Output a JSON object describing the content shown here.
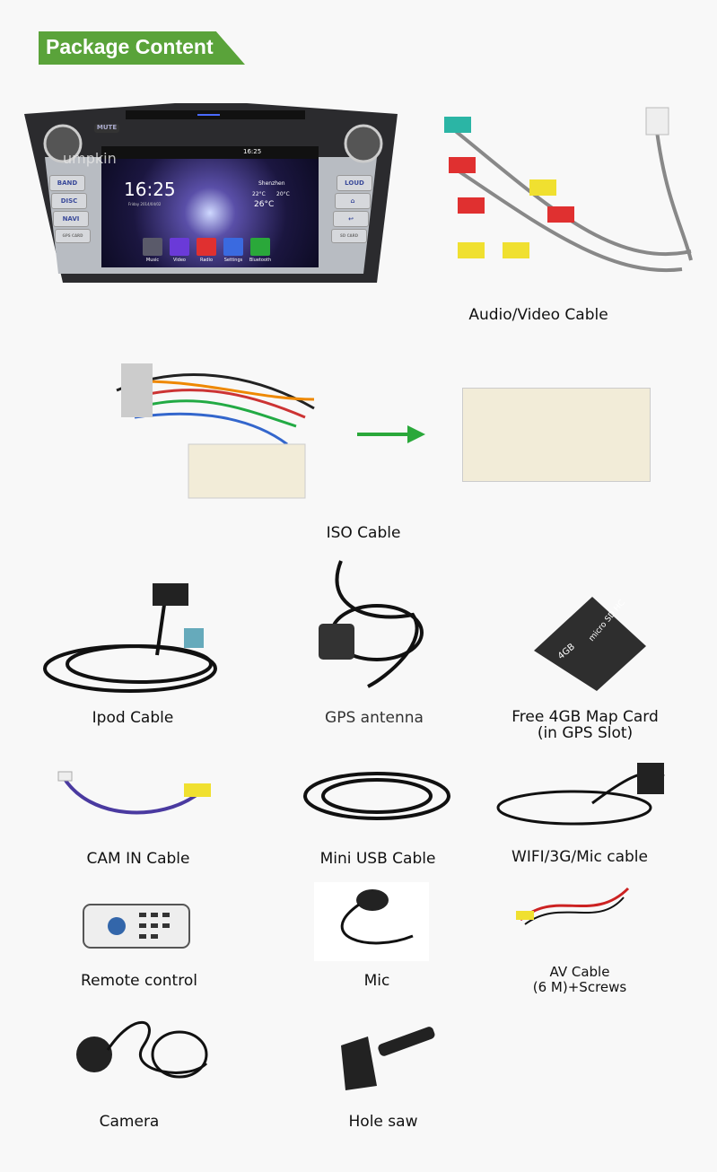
{
  "header": {
    "title": "Package Content"
  },
  "head_unit": {
    "watermark": "umpkin",
    "buttons": {
      "mute": "MUTE",
      "band": "BAND",
      "disc": "DISC",
      "navi": "NAVI",
      "gps_card": "GPS CARD",
      "loud": "LOUD",
      "sd_card": "SD CARD"
    },
    "screen": {
      "status_time": "16:25",
      "clock": "16:25",
      "date": "Friday 2014/04/02",
      "city": "Shenzhen",
      "high": "22°C",
      "low": "20°C",
      "current_temp": "26°C",
      "apps": [
        {
          "label": "Music",
          "color": "#5a5a6a"
        },
        {
          "label": "Video",
          "color": "#6a3ad8"
        },
        {
          "label": "Radio",
          "color": "#e03030"
        },
        {
          "label": "Settings",
          "color": "#3a6ae0"
        },
        {
          "label": "Bluetooth",
          "color": "#2aa83a"
        }
      ]
    }
  },
  "items": {
    "av_cable": "Audio/Video Cable",
    "iso_cable": "ISO Cable",
    "ipod_cable": "Ipod Cable",
    "gps_antenna": "GPS antenna",
    "map_card": {
      "line1": "Free 4GB Map Card",
      "line2": "(in GPS Slot)",
      "card_size": "4GB",
      "card_brand": "micro SD HC"
    },
    "cam_in_cable": "CAM IN Cable",
    "mini_usb_cable": "Mini USB Cable",
    "wifi_cable": "WIFI/3G/Mic cable",
    "remote": "Remote control",
    "mic": "Mic",
    "av_cable_6m": {
      "line1": "AV Cable",
      "line2": "(6 M)+Screws"
    },
    "camera": "Camera",
    "hole_saw": "Hole saw"
  },
  "colors": {
    "banner": "#5aa33a",
    "arrow": "#2aa83a"
  }
}
